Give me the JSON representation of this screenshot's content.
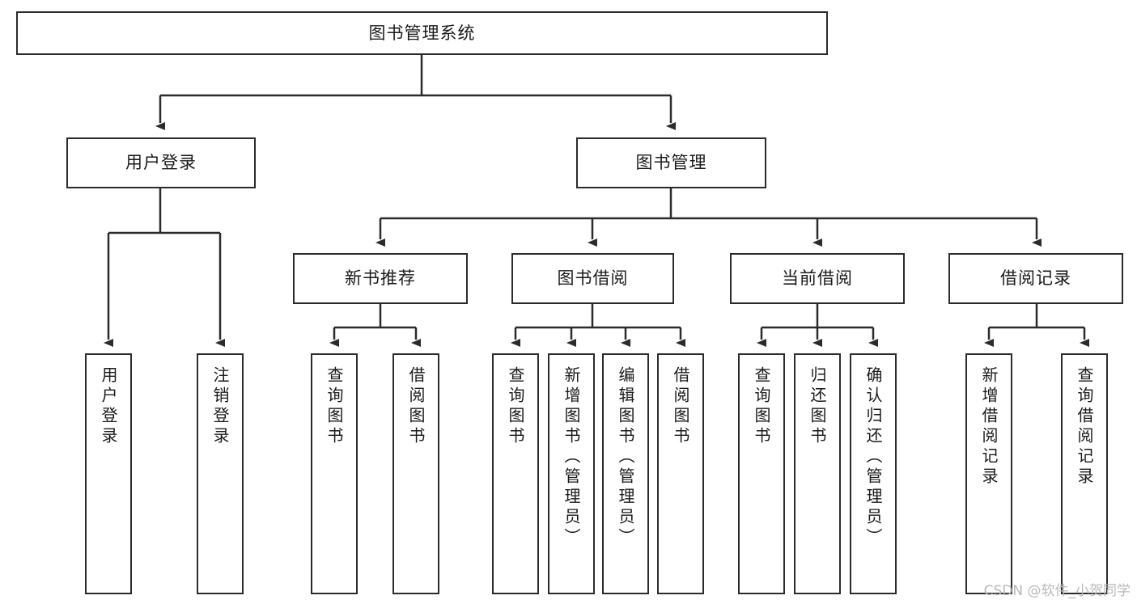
{
  "diagram": {
    "title": "图书管理系统",
    "type": "tree",
    "watermark": "CSDN @软件_小贺同学",
    "nodes": {
      "root": {
        "label": "图书管理系统"
      },
      "level1": [
        {
          "id": "user-login",
          "label": "用户登录"
        },
        {
          "id": "book-manage",
          "label": "图书管理"
        }
      ],
      "level2": [
        {
          "id": "new-book-rec",
          "label": "新书推荐"
        },
        {
          "id": "book-borrow",
          "label": "图书借阅"
        },
        {
          "id": "current-borrow",
          "label": "当前借阅"
        },
        {
          "id": "borrow-record",
          "label": "借阅记录"
        }
      ],
      "leaves": {
        "user_login": [
          {
            "id": "leaf-user-login",
            "label": "用户登录"
          },
          {
            "id": "leaf-logout-login",
            "label": "注销登录"
          }
        ],
        "new_book_rec": [
          {
            "id": "leaf-query-book-1",
            "label": "查询图书"
          },
          {
            "id": "leaf-borrow-book-1",
            "label": "借阅图书"
          }
        ],
        "book_borrow": [
          {
            "id": "leaf-query-book-2",
            "label": "查询图书"
          },
          {
            "id": "leaf-add-book",
            "label": "新增图书（管理员）"
          },
          {
            "id": "leaf-edit-book",
            "label": "编辑图书（管理员）"
          },
          {
            "id": "leaf-borrow-book-2",
            "label": "借阅图书"
          }
        ],
        "current_borrow": [
          {
            "id": "leaf-query-book-3",
            "label": "查询图书"
          },
          {
            "id": "leaf-return-book",
            "label": "归还图书"
          },
          {
            "id": "leaf-confirm-return",
            "label": "确认归还（管理员）"
          }
        ],
        "borrow_record": [
          {
            "id": "leaf-add-record",
            "label": "新增借阅记录"
          },
          {
            "id": "leaf-query-record",
            "label": "查询借阅记录"
          }
        ]
      }
    },
    "colors": {
      "stroke": "#2b2b2b",
      "fill": "#ffffff",
      "text": "#1a1a1a",
      "watermark": "#b9b9b9"
    }
  }
}
